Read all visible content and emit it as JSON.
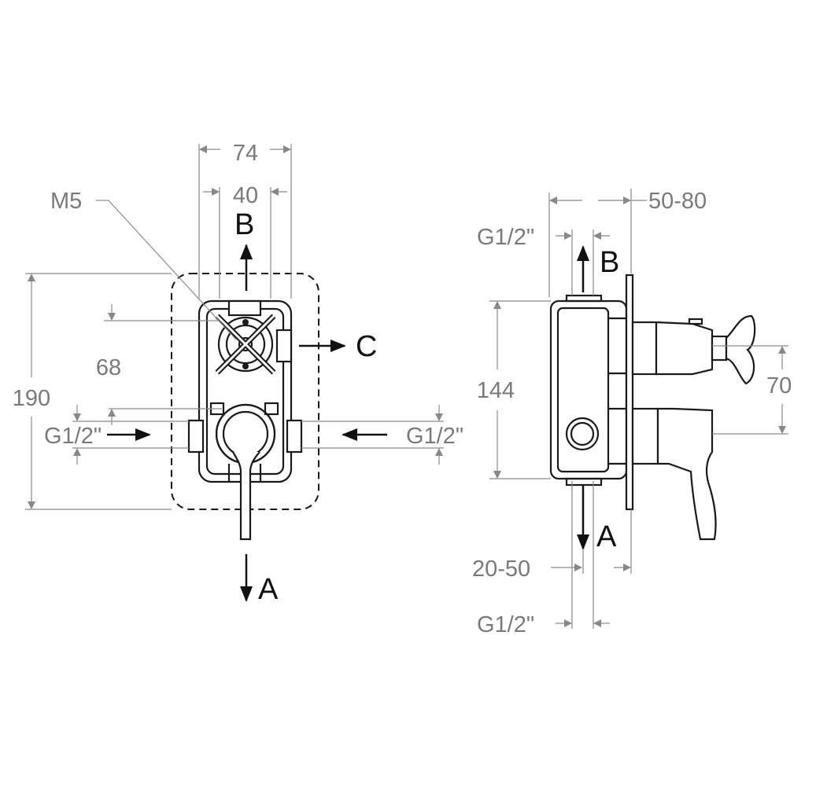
{
  "front_view": {
    "width_outer": "74",
    "width_inner": "40",
    "screw": "M5",
    "height_total": "190",
    "port_spacing": "68",
    "inlet_left": "G1/2\"",
    "inlet_right": "G1/2\"",
    "port_b": "B",
    "port_c": "C",
    "port_a": "A"
  },
  "side_view": {
    "depth_range": "50-80",
    "thread_top": "G1/2\"",
    "port_b": "B",
    "height_body": "144",
    "port_spacing": "70",
    "port_a": "A",
    "recess_range": "20-50",
    "thread_bottom": "G1/2\""
  }
}
